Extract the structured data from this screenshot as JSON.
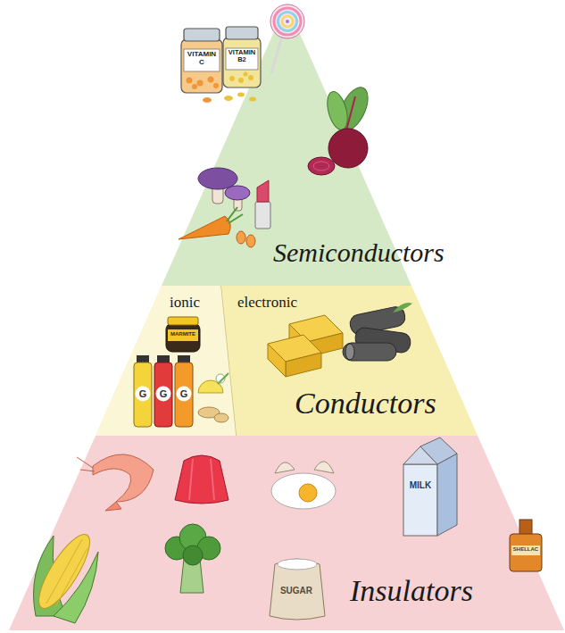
{
  "diagram": {
    "nodes": [
      {
        "text": [
          "Semiconductors"
        ]
      },
      {
        "text": [
          "Conductors"
        ]
      },
      {
        "text": [
          "ionic"
        ],
        "in": 1
      },
      {
        "text": [
          "electronic"
        ],
        "in": 1
      },
      {
        "text": [
          "Insulators"
        ]
      }
    ],
    "labels": [
      "VITAMIN C",
      "VITAMIN B2",
      "MARMITE",
      "G",
      "G",
      "G",
      "MILK",
      "SUGAR",
      "SHELLAC"
    ]
  }
}
